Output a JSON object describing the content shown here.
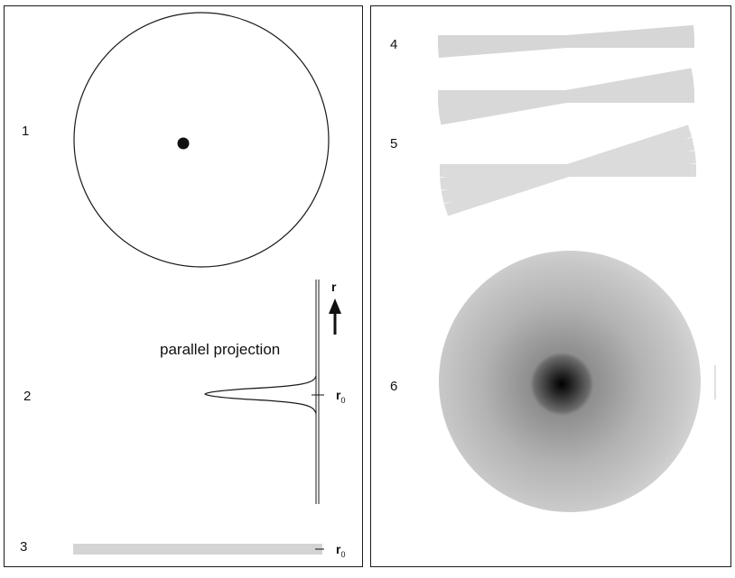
{
  "left_panel": {
    "step1": "1",
    "step2": "2",
    "step3": "3",
    "caption": "parallel projection",
    "axis_label": "r",
    "marker_label": "r",
    "marker_sub": "0",
    "marker_label_2": "r",
    "marker_sub_2": "0"
  },
  "right_panel": {
    "step4": "4",
    "step5": "5",
    "step6": "6"
  },
  "colors": {
    "outline": "#1a1a1a",
    "beam": "#d4d4d4",
    "beam_overlap": "#9e9e9e",
    "disk_edge": "#cfcfcf",
    "disk_center": "#000000"
  }
}
